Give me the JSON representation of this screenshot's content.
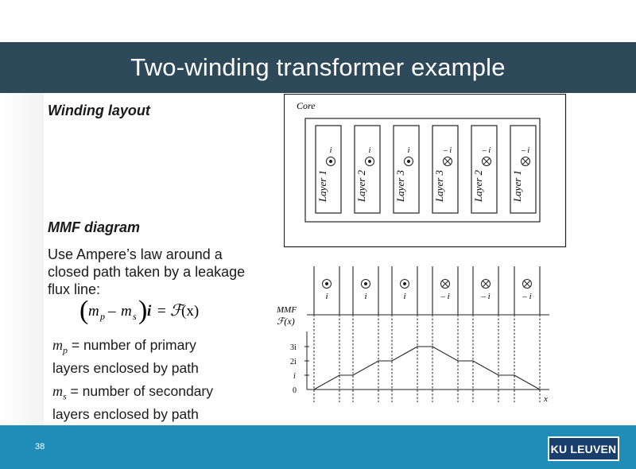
{
  "slide": {
    "title": "Two-winding transformer example",
    "page_number": "38",
    "logo_text": "KU LEUVEN"
  },
  "left": {
    "heading_layout": "Winding layout",
    "heading_mmf": "MMF diagram",
    "paragraph_lines": [
      "Use Ampere’s law around a",
      "closed path taken by a leakage",
      "flux line:"
    ],
    "formula": {
      "mp": "m",
      "mp_sub": "p",
      "minus": "–",
      "ms": "m",
      "ms_sub": "s",
      "i": "i",
      "equals": "=",
      "F": "ℱ",
      "arg": "(x)"
    },
    "def_mp": {
      "symbol": "m",
      "sub": "p",
      "text_line1": " = number of primary",
      "text_line2": "layers enclosed by path"
    },
    "def_ms": {
      "symbol": "m",
      "sub": "s",
      "text_line1": " = number of secondary",
      "text_line2": "layers enclosed by path"
    }
  },
  "layout_diagram": {
    "core_label": "Core",
    "layers": [
      {
        "name": "Layer 1",
        "current": "i",
        "symbol": "dot"
      },
      {
        "name": "Layer 2",
        "current": "i",
        "symbol": "dot"
      },
      {
        "name": "Layer 3",
        "current": "i",
        "symbol": "dot"
      },
      {
        "name": "Layer 3",
        "current": "– i",
        "symbol": "cross"
      },
      {
        "name": "Layer 2",
        "current": "– i",
        "symbol": "cross"
      },
      {
        "name": "Layer 1",
        "current": "– i",
        "symbol": "cross"
      }
    ]
  },
  "mmf_diagram": {
    "ylabel_line1": "MMF",
    "ylabel_line2": "ℱ(x)",
    "xlabel": "x",
    "yticks": [
      "3i",
      "2i",
      "i",
      "0"
    ],
    "layer_labels": [
      "i",
      "i",
      "i",
      "– i",
      "– i",
      "– i"
    ],
    "layer_symbols": [
      "dot",
      "dot",
      "dot",
      "cross",
      "cross",
      "cross"
    ],
    "mmf_levels": [
      0,
      1,
      1,
      2,
      2,
      3,
      3,
      2,
      2,
      1,
      1,
      0
    ]
  }
}
